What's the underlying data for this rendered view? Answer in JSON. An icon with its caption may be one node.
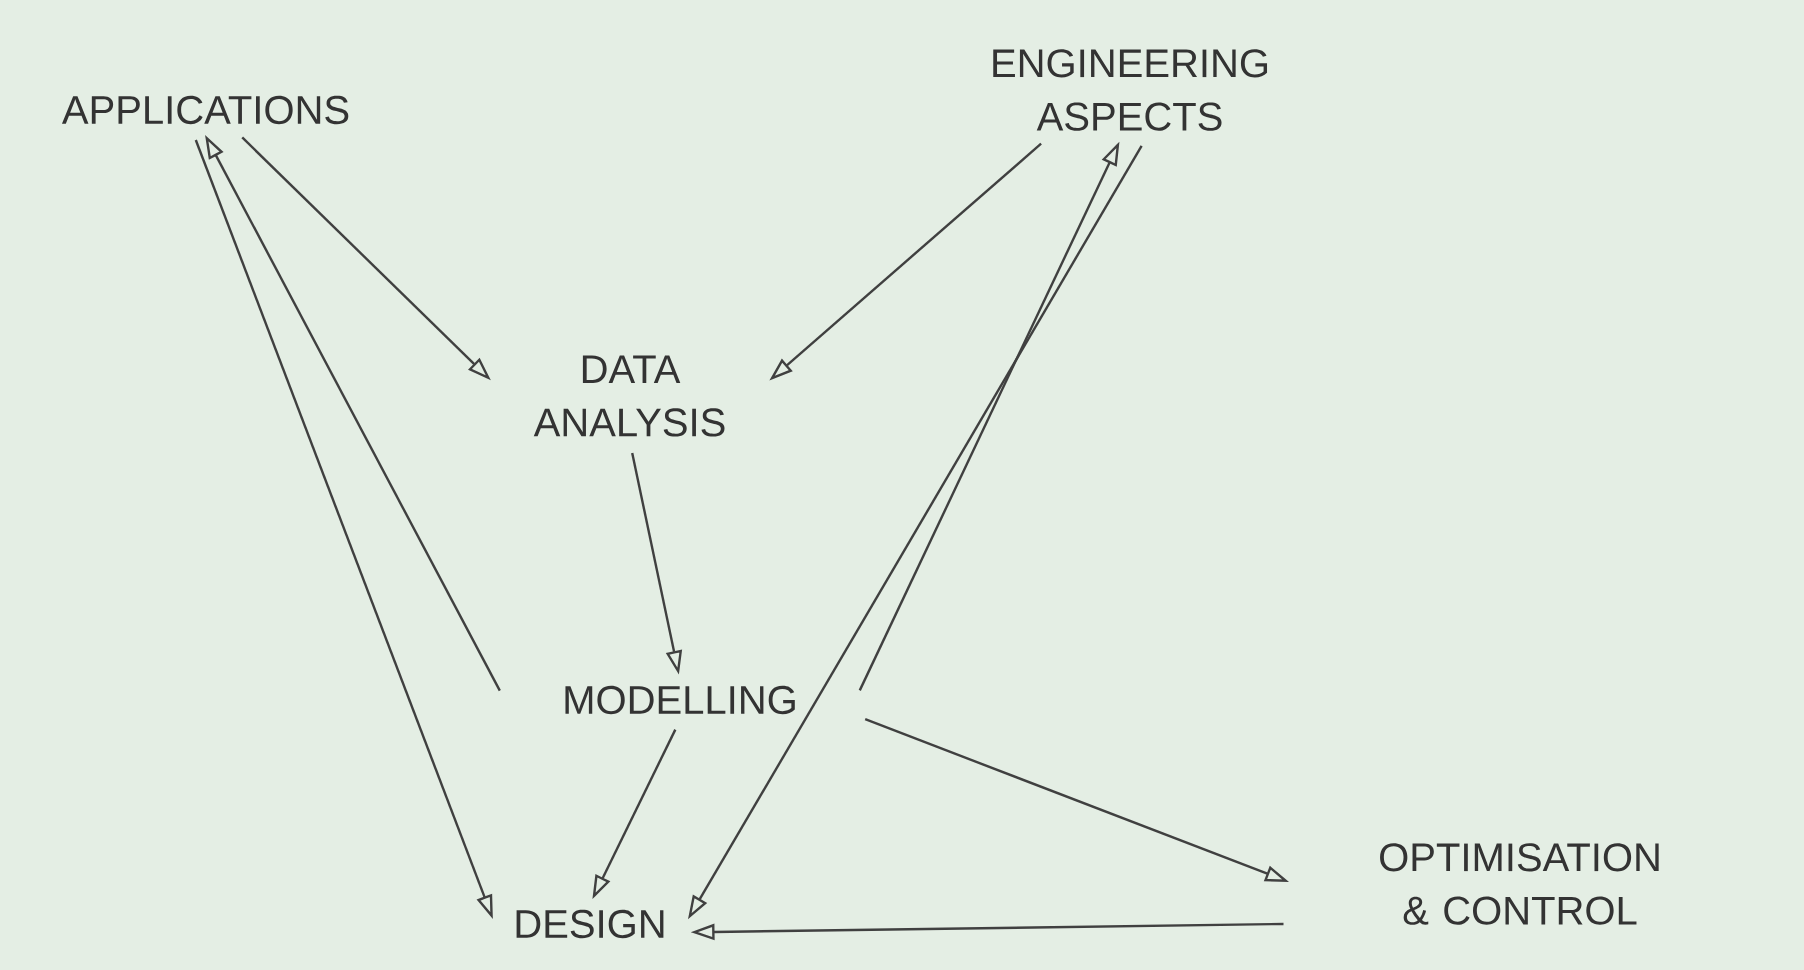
{
  "diagram": {
    "nodes": [
      {
        "text": [
          "APPLICATIONS"
        ]
      },
      {
        "text": [
          "ENGINEERING ASPECTS"
        ]
      },
      {
        "text": [
          "DATA ANALYSIS"
        ]
      },
      {
        "text": [
          "MODELLING"
        ]
      },
      {
        "text": [
          "OPTIMISATION & CONTROL"
        ]
      },
      {
        "text": [
          "DESIGN"
        ]
      }
    ],
    "edges": [
      {
        "from": 0,
        "to": 2,
        "arrow": "to"
      },
      {
        "from": 1,
        "to": 2,
        "arrow": "to"
      },
      {
        "from": 2,
        "to": 3,
        "arrow": "to"
      },
      {
        "from": 3,
        "to": 5,
        "arrow": "to"
      },
      {
        "from": 3,
        "to": 0,
        "arrow": "to"
      },
      {
        "from": 0,
        "to": 5,
        "arrow": "to"
      },
      {
        "from": 3,
        "to": 1,
        "arrow": "to"
      },
      {
        "from": 1,
        "to": 5,
        "arrow": "to"
      },
      {
        "from": 3,
        "to": 4,
        "arrow": "to"
      },
      {
        "from": 4,
        "to": 5,
        "arrow": "to"
      }
    ]
  }
}
